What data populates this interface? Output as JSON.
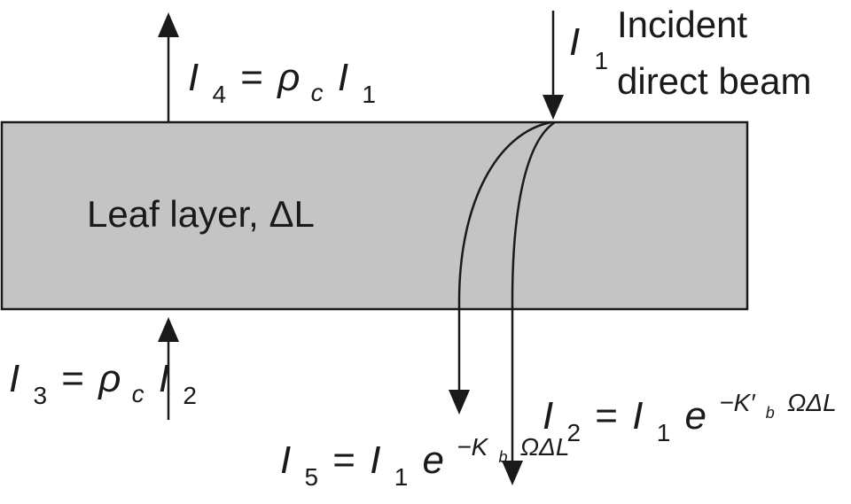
{
  "diagram": {
    "layer_fill": "#c4c4c4",
    "stroke_color": "#1a1a1a",
    "layer_label": "Leaf layer, ΔL",
    "incident_label": {
      "line1": "Incident",
      "line2": "direct beam"
    },
    "i1": {
      "sym": "I",
      "sub": "1"
    },
    "i4": {
      "lhs_sym": "I",
      "lhs_sub": "4",
      "eq": "=",
      "rho": "ρ",
      "rho_sub": "c",
      "rhs_sym": "I",
      "rhs_sub": "1"
    },
    "i3": {
      "lhs_sym": "I",
      "lhs_sub": "3",
      "eq": "=",
      "rho": "ρ",
      "rho_sub": "c",
      "rhs_sym": "I",
      "rhs_sub": "2"
    },
    "i2": {
      "lhs_sym": "I",
      "lhs_sub": "2",
      "eq": "=",
      "rhs_sym": "I",
      "rhs_sub": "1",
      "e": "e",
      "exp": "−K′",
      "exp_sub": "b",
      "exp_tail": "ΩΔL"
    },
    "i5": {
      "lhs_sym": "I",
      "lhs_sub": "5",
      "eq": "=",
      "rhs_sym": "I",
      "rhs_sub": "1",
      "e": "e",
      "exp": "−K",
      "exp_sub": "b",
      "exp_tail": "ΩΔL"
    }
  }
}
